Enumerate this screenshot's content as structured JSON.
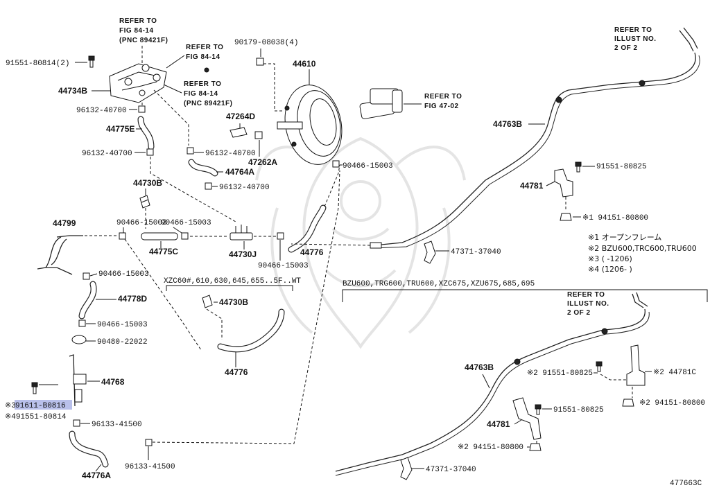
{
  "diagram_id": "477663C",
  "references": {
    "fig_84_14_pnc": [
      "REFER TO",
      "FIG 84-14",
      "(PNC 89421F)"
    ],
    "fig_84_14_top": [
      "REFER TO",
      "FIG 84-14"
    ],
    "fig_84_14_pnc_lower": [
      "REFER TO",
      "FIG 84-14",
      "(PNC 89421F)"
    ],
    "fig_47_02": [
      "REFER TO",
      "FIG 47-02"
    ],
    "illust_2of2_upper": [
      "REFER TO",
      "ILLUST NO.",
      "2 OF 2"
    ],
    "illust_2of2_lower": [
      "REFER TO",
      "ILLUST NO.",
      "2 OF 2"
    ]
  },
  "labels": {
    "p91551_80814_2": "91551-80814(2)",
    "p44734B": "44734B",
    "p96132_40700_a": "96132-40700",
    "p44775E": "44775E",
    "p96132_40700_b": "96132-40700",
    "p44730B_a": "44730B",
    "p44799": "44799",
    "p90466_15003_a": "90466-15003",
    "p90466_15003_b": "90466-15003",
    "p44775C": "44775C",
    "p44730J": "44730J",
    "p90466_15003_c": "90466-15003",
    "p44776_a": "44776",
    "p90466_15003_d": "90466-15003",
    "p44778D": "44778D",
    "p90466_15003_e": "90466-15003",
    "p90480_22022": "90480-22022",
    "p44768": "44768",
    "p91611_B0816_prefix": "※3",
    "p91611_B0816": "91611-B0816",
    "p91551_80814_4": "※491551-80814",
    "p96133_41500_a": "96133-41500",
    "p44776A": "44776A",
    "p96133_41500_b": "96133-41500",
    "p90179_08038": "90179-08038(4)",
    "p44610": "44610",
    "p47264D": "47264D",
    "p96132_40700_c": "96132-40700",
    "p47262A": "47262A",
    "p44764A": "44764A",
    "p96132_40700_d": "96132-40700",
    "p90466_15003_f": "90466-15003",
    "p44730B_b": "44730B",
    "p44776_b": "44776",
    "p44763B_a": "44763B",
    "p91551_80825_a": "91551-80825",
    "p44781_a": "44781",
    "p94151_80800_a": "※1 94151-80800",
    "p47371_37040_a": "47371-37040",
    "p44763B_b": "44763B",
    "p91551_80825_b": "※2 91551-80825",
    "p44781C": "※2 44781C",
    "p94151_80800_b": "※2 94151-80800",
    "p91551_80825_c": "91551-80825",
    "p44781_b": "44781",
    "p94151_80800_c": "※2 94151-80800",
    "p47371_37040_b": "47371-37040"
  },
  "variant_headers": {
    "xzc": "XZC60#,610,630,645,655..5F..WT",
    "bzu": "BZU600,TRG600,TRU600,XZC675,XZU675,685,695"
  },
  "notes": [
    "※1 オープンフレーム",
    "※2 BZU600,TRC600,TRU600",
    "※3 (      -1206)",
    "※4 (1206-      )"
  ]
}
